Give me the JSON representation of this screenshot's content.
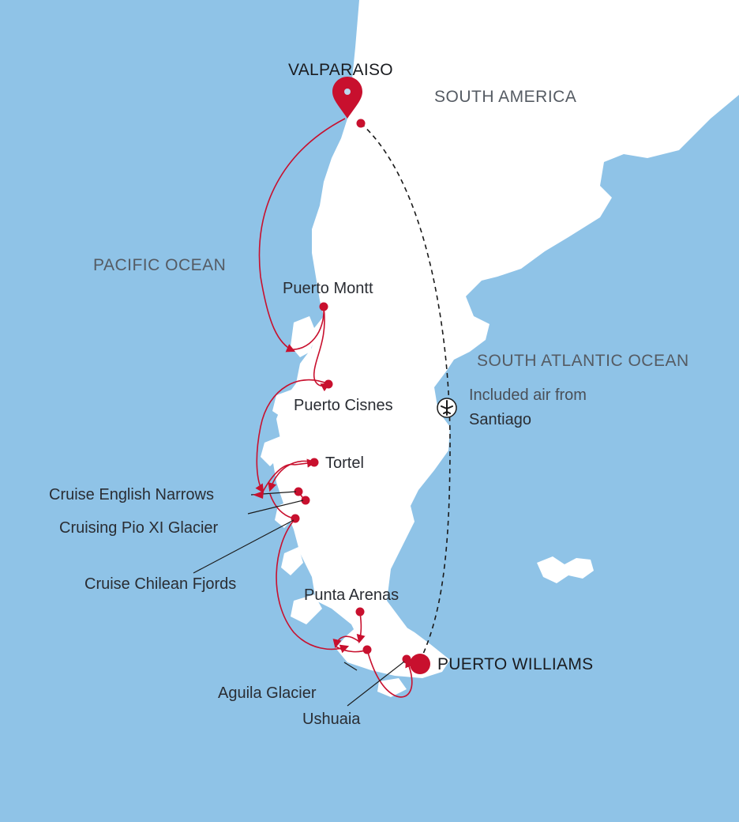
{
  "colors": {
    "ocean": "#8fc3e7",
    "land": "#ffffff",
    "route": "#c8102e",
    "flight": "#1a1a1a"
  },
  "map": {
    "regions": {
      "south_america": "SOUTH AMERICA",
      "pacific": "PACIFIC OCEAN",
      "atlantic": "SOUTH ATLANTIC OCEAN"
    },
    "start_port": "VALPARAISO",
    "end_port": "PUERTO WILLIAMS",
    "ports": {
      "puerto_montt": "Puerto Montt",
      "puerto_cisnes": "Puerto Cisnes",
      "tortel": "Tortel",
      "english_narrows": "Cruise English Narrows",
      "pio_xi": "Cruising Pio XI Glacier",
      "chilean_fjords": "Cruise Chilean Fjords",
      "punta_arenas": "Punta Arenas",
      "aguila": "Aguila Glacier",
      "ushuaia": "Ushuaia"
    },
    "flight": {
      "line1": "Included air from",
      "line2": "Santiago",
      "icon": "airplane-icon"
    },
    "start_icon": "location-pin-icon"
  }
}
